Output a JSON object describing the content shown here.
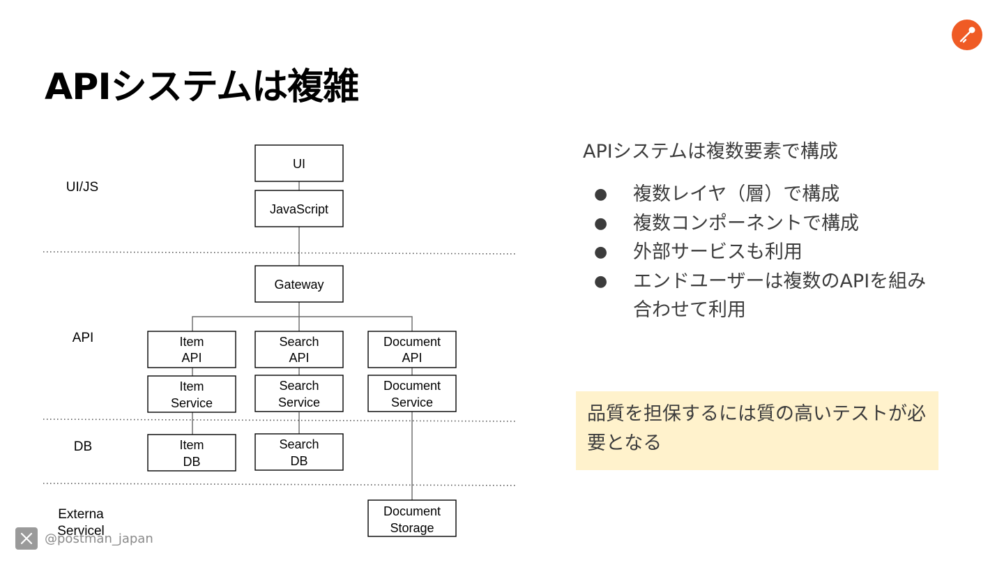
{
  "slide": {
    "title": "APIシステムは複雑",
    "brand_color": "#ef5b25",
    "logo_icon": "rocket-icon"
  },
  "diagram": {
    "layers": [
      {
        "label": "UI/JS"
      },
      {
        "label": "API"
      },
      {
        "label": "DB"
      },
      {
        "label_lines": [
          "Externa",
          "Servicel"
        ]
      }
    ],
    "boxes": {
      "ui": {
        "lines": [
          "UI"
        ]
      },
      "javascript": {
        "lines": [
          "JavaScript"
        ]
      },
      "gateway": {
        "lines": [
          "Gateway"
        ]
      },
      "item_api": {
        "lines": [
          "Item",
          "API"
        ]
      },
      "search_api": {
        "lines": [
          "Search",
          "API"
        ]
      },
      "document_api": {
        "lines": [
          "Document",
          "API"
        ]
      },
      "item_service": {
        "lines": [
          "Item",
          "Service"
        ]
      },
      "search_service": {
        "lines": [
          "Search",
          "Service"
        ]
      },
      "document_service": {
        "lines": [
          "Document",
          "Service"
        ]
      },
      "item_db": {
        "lines": [
          "Item",
          "DB"
        ]
      },
      "search_db": {
        "lines": [
          "Search",
          "DB"
        ]
      },
      "document_storage": {
        "lines": [
          "Document",
          "Storage"
        ]
      }
    }
  },
  "summary": {
    "heading": "APIシステムは複数要素で構成",
    "bullets": [
      "複数レイヤ（層）で構成",
      "複数コンポーネントで構成",
      "外部サービスも利用",
      "エンドユーザーは複数のAPIを組み合わせて利用"
    ],
    "bullet_symbol": "●",
    "note": "品質を担保するには質の高いテストが必要となる",
    "note_color": "#fff2cc"
  },
  "footer": {
    "handle": "@postman_japan",
    "icon": "x-logo-icon"
  }
}
